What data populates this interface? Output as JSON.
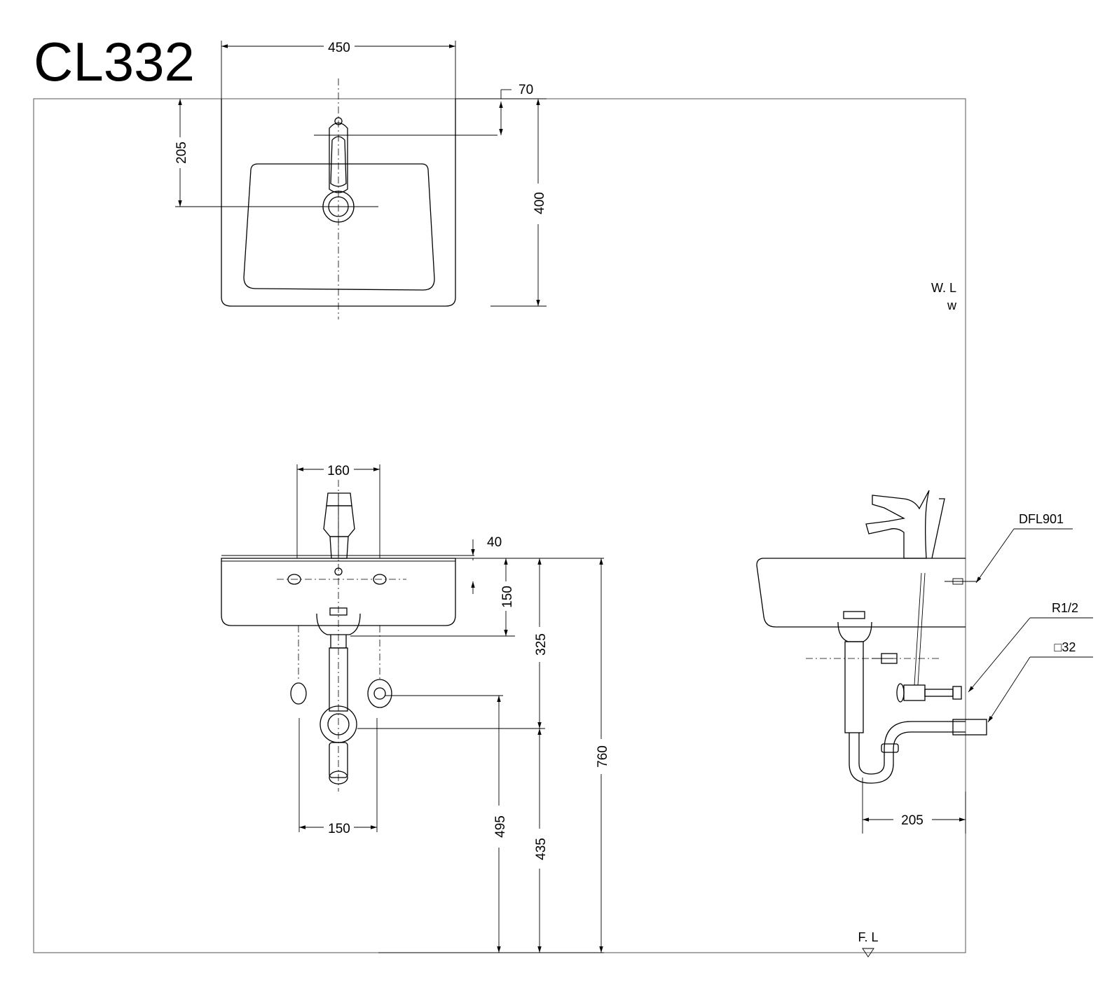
{
  "model": "CL332",
  "top_view": {
    "width": "450",
    "depth": "400",
    "faucet_offset": "205",
    "back_offset": "70"
  },
  "front_view": {
    "hole_spacing": "160",
    "trap_width": "150",
    "rim_thickness": "40",
    "basin_height": "150",
    "supply_height": "325",
    "drain_height": "495",
    "trap_height": "435",
    "rim_height": "760"
  },
  "side_view": {
    "projection": "205",
    "waste": "DFL901",
    "supply_thread": "R1/2",
    "trap_size": "□32"
  },
  "levels": {
    "wall_line": "W. L",
    "wall_mark": "w",
    "floor_line": "F. L"
  }
}
